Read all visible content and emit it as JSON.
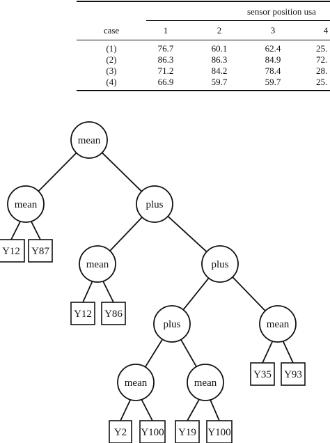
{
  "table": {
    "spanner": "sensor position usa",
    "row_header": "case",
    "columns": [
      "1",
      "2",
      "3",
      "4"
    ],
    "rows": [
      {
        "case": "(1)",
        "values": [
          "76.7",
          "60.1",
          "62.4",
          "25."
        ]
      },
      {
        "case": "(2)",
        "values": [
          "86.3",
          "86.3",
          "84.9",
          "72."
        ]
      },
      {
        "case": "(3)",
        "values": [
          "71.2",
          "84.2",
          "78.4",
          "28."
        ]
      },
      {
        "case": "(4)",
        "values": [
          "66.9",
          "59.7",
          "59.7",
          "25."
        ]
      }
    ]
  },
  "tree": {
    "nodes": [
      {
        "id": "n1",
        "label": "mean",
        "kind": "op"
      },
      {
        "id": "n2",
        "label": "mean",
        "kind": "op"
      },
      {
        "id": "n3",
        "label": "plus",
        "kind": "op"
      },
      {
        "id": "n4",
        "label": "Y12",
        "kind": "leaf"
      },
      {
        "id": "n5",
        "label": "Y87",
        "kind": "leaf"
      },
      {
        "id": "n6",
        "label": "mean",
        "kind": "op"
      },
      {
        "id": "n7",
        "label": "plus",
        "kind": "op"
      },
      {
        "id": "n8",
        "label": "Y12",
        "kind": "leaf"
      },
      {
        "id": "n9",
        "label": "Y86",
        "kind": "leaf"
      },
      {
        "id": "n10",
        "label": "plus",
        "kind": "op"
      },
      {
        "id": "n11",
        "label": "mean",
        "kind": "op"
      },
      {
        "id": "n12",
        "label": "Y35",
        "kind": "leaf"
      },
      {
        "id": "n13",
        "label": "Y93",
        "kind": "leaf"
      },
      {
        "id": "n14",
        "label": "mean",
        "kind": "op"
      },
      {
        "id": "n15",
        "label": "mean",
        "kind": "op"
      },
      {
        "id": "n16",
        "label": "Y2",
        "kind": "leaf"
      },
      {
        "id": "n17",
        "label": "Y100",
        "kind": "leaf"
      },
      {
        "id": "n18",
        "label": "Y19",
        "kind": "leaf"
      },
      {
        "id": "n19",
        "label": "Y100",
        "kind": "leaf"
      }
    ],
    "edges": [
      [
        "n1",
        "n2"
      ],
      [
        "n1",
        "n3"
      ],
      [
        "n2",
        "n4"
      ],
      [
        "n2",
        "n5"
      ],
      [
        "n3",
        "n6"
      ],
      [
        "n3",
        "n7"
      ],
      [
        "n6",
        "n8"
      ],
      [
        "n6",
        "n9"
      ],
      [
        "n7",
        "n10"
      ],
      [
        "n7",
        "n11"
      ],
      [
        "n11",
        "n12"
      ],
      [
        "n11",
        "n13"
      ],
      [
        "n10",
        "n14"
      ],
      [
        "n10",
        "n15"
      ],
      [
        "n14",
        "n16"
      ],
      [
        "n14",
        "n17"
      ],
      [
        "n15",
        "n18"
      ],
      [
        "n15",
        "n19"
      ]
    ]
  }
}
